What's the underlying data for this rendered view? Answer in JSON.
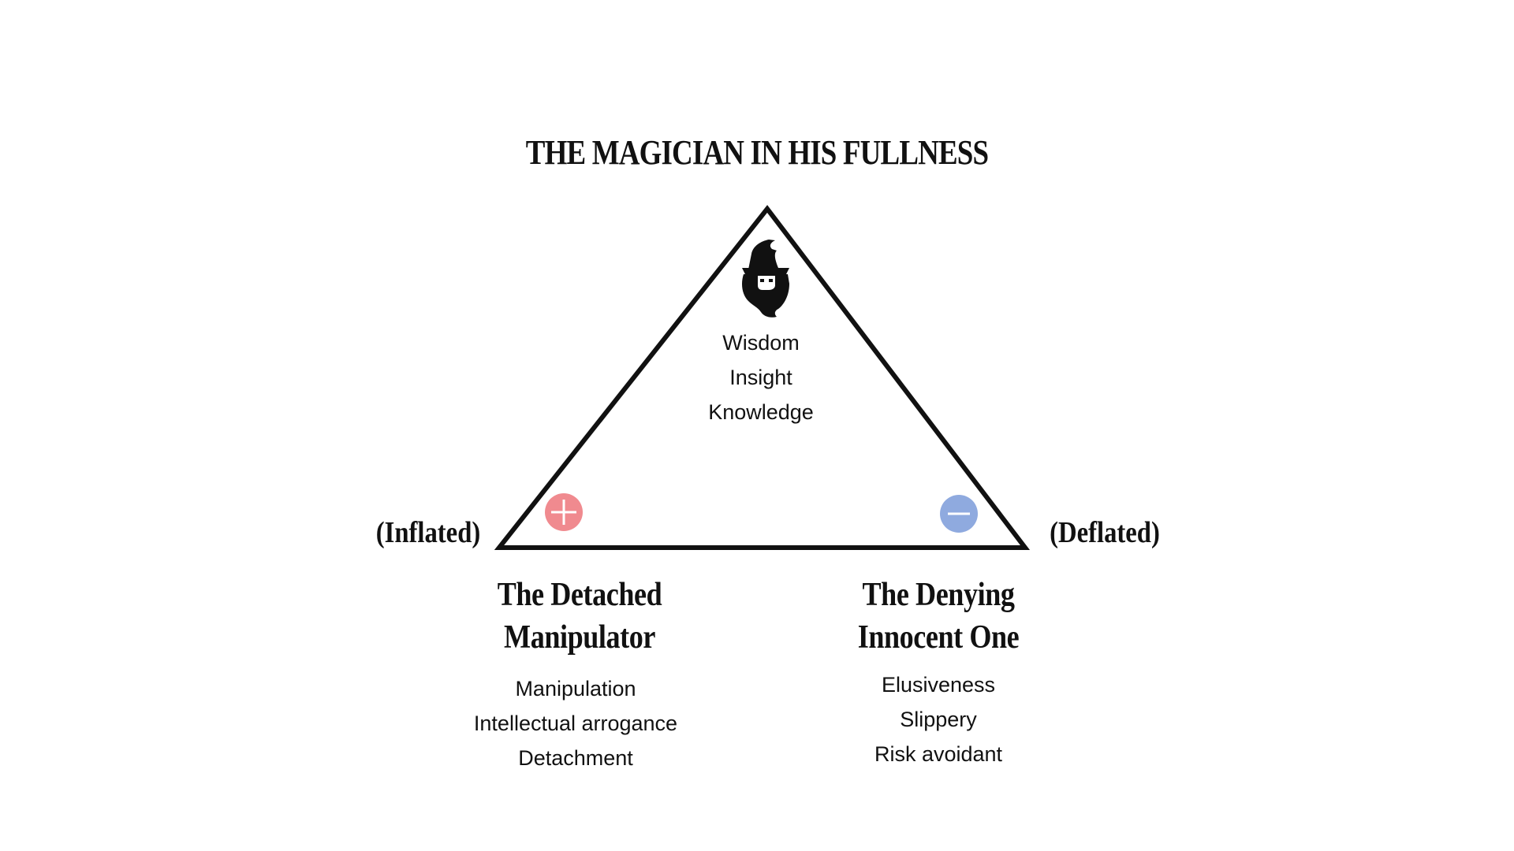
{
  "title": "THE MAGICIAN IN HIS FULLNESS",
  "icons": {
    "top": "wizard-icon",
    "left": "plus-icon",
    "right": "minus-icon"
  },
  "colors": {
    "plus": "#f08a8f",
    "minus": "#8faadf",
    "stroke": "#111111"
  },
  "center": {
    "traits": [
      "Wisdom",
      "Insight",
      "Knowledge"
    ]
  },
  "left": {
    "pole": "(Inflated)",
    "name_line1": "The Detached",
    "name_line2": "Manipulator",
    "traits": [
      "Manipulation",
      "Intellectual arrogance",
      "Detachment"
    ]
  },
  "right": {
    "pole": "(Deflated)",
    "name_line1": "The Denying",
    "name_line2": "Innocent One",
    "traits": [
      "Elusiveness",
      "Slippery",
      "Risk avoidant"
    ]
  }
}
